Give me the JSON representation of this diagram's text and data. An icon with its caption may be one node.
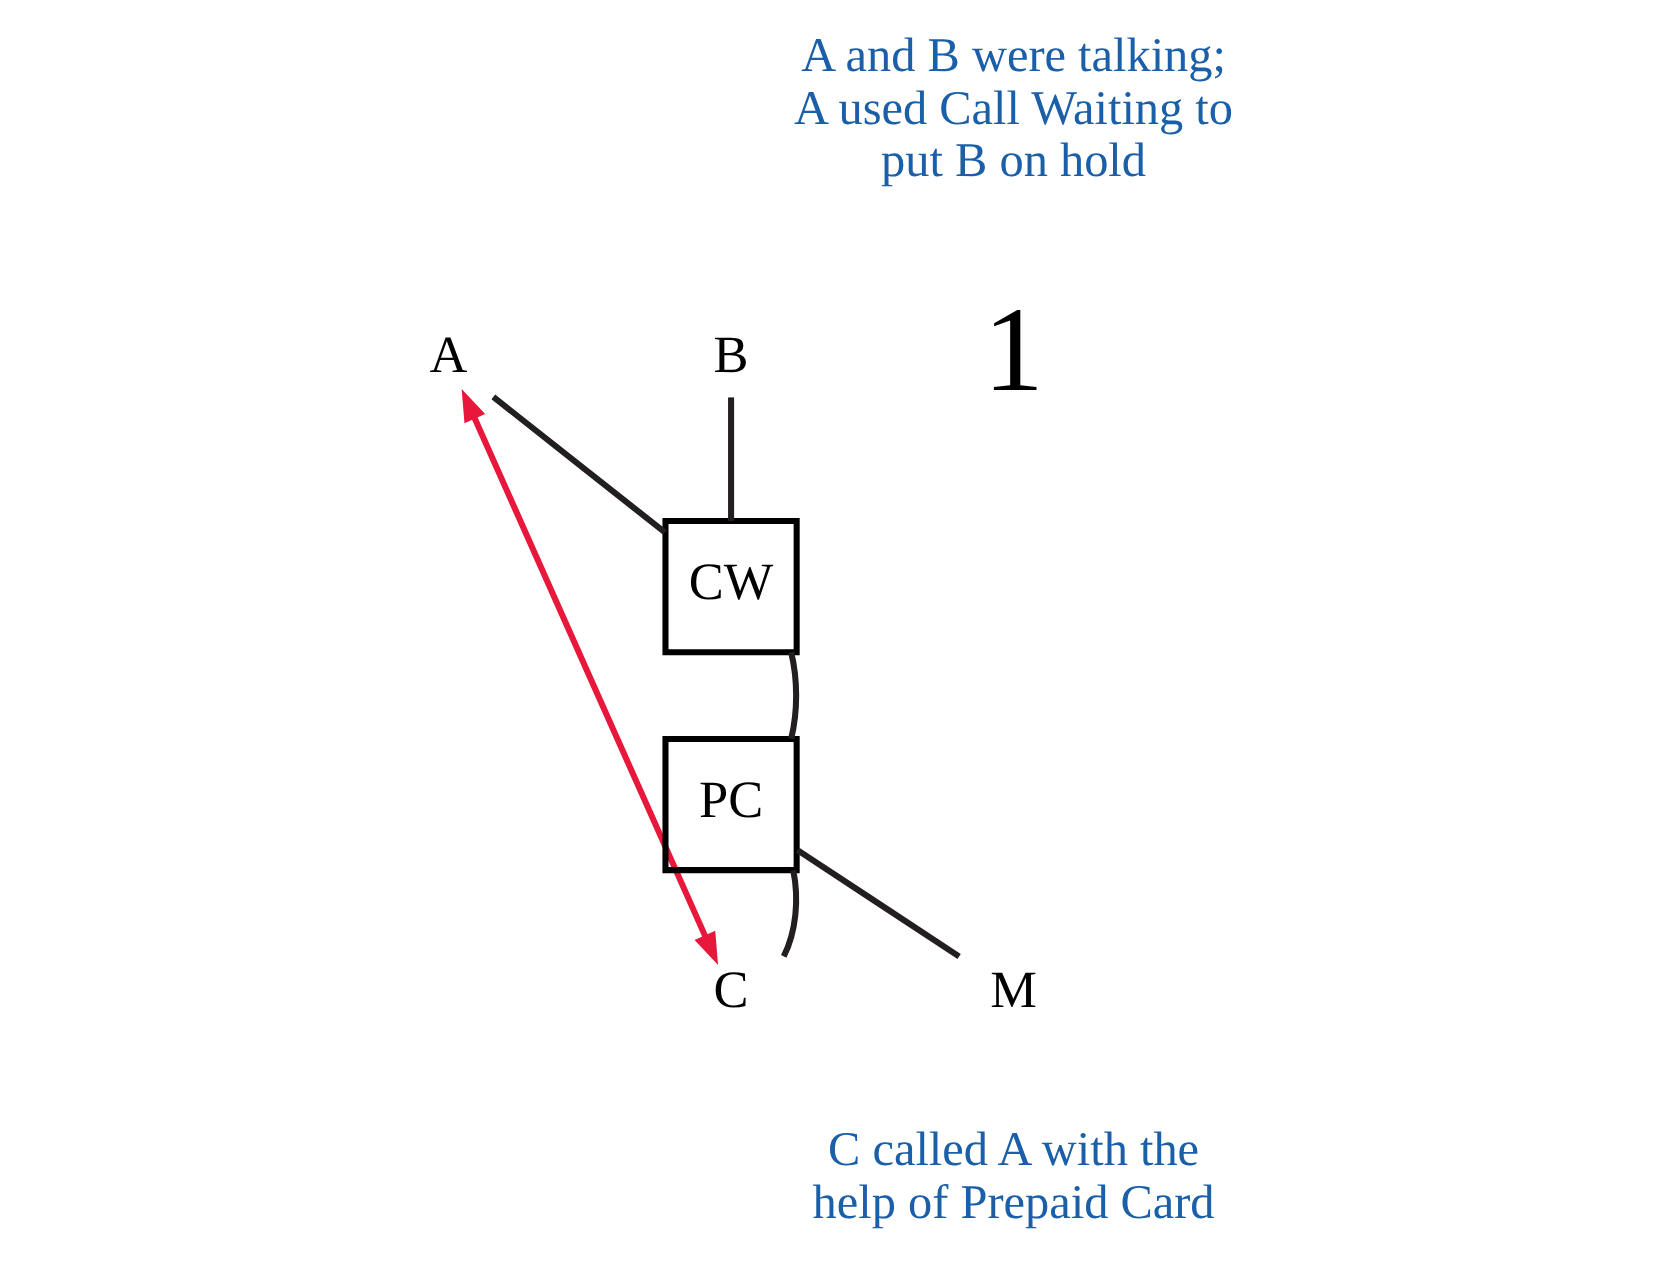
{
  "diagram": {
    "nodes": [
      {
        "text": [
          "A"
        ]
      },
      {
        "text": [
          "B"
        ]
      },
      {
        "text": [
          "CW"
        ]
      },
      {
        "text": [
          "PC"
        ]
      },
      {
        "text": [
          "C"
        ]
      },
      {
        "text": [
          "M"
        ]
      }
    ],
    "edges": [
      {
        "from": 0,
        "to": 2,
        "arrow": "none"
      },
      {
        "from": 2,
        "to": 1,
        "arrow": "none"
      },
      {
        "from": 2,
        "to": 3,
        "arrow": "none"
      },
      {
        "from": 4,
        "to": 3,
        "arrow": "none"
      },
      {
        "from": 3,
        "to": 5,
        "arrow": "none"
      },
      {
        "from": 0,
        "to": 4,
        "arrow": "both",
        "color": "#e8173c"
      }
    ],
    "labels": [
      "1",
      "A and B were talking; A used Call Waiting to put B on hold",
      "C called A with the help of Prepaid Card"
    ]
  }
}
